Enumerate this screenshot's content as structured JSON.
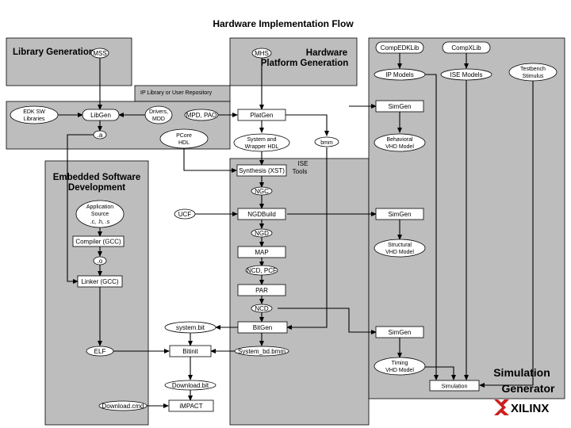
{
  "title": "Hardware Implementation Flow",
  "panels": {
    "library_generation": "Library Generation",
    "hardware_platform_generation": [
      "Hardware",
      "Platform Generation"
    ],
    "ip_repository": "IP Library or User Repository",
    "embedded_software": [
      "Embedded Software",
      "Development"
    ],
    "ise_tools": [
      "ISE",
      "Tools"
    ]
  },
  "nodes": {
    "mss": "MSS",
    "mhs": "MHS",
    "comp_edk_lib": "CompEDKLib",
    "comp_xlib": "CompXLib",
    "ip_models": "IP Models",
    "ise_models": "ISE Models",
    "testbench_stimulus": [
      "Testbench",
      "Stimulus"
    ],
    "edk_sw_libraries": [
      "EDK SW",
      "Libraries"
    ],
    "libgen": "LibGen",
    "drivers_mdd": [
      "Drivers,",
      "MDD"
    ],
    "mpd_pao": "MPD, PAO",
    "platgen": "PlatGen",
    "simgen_1": "SimGen",
    "dot_a": ".a",
    "pcore_hdl": [
      "PCore",
      "HDL"
    ],
    "system_wrapper_hdl": [
      "System and",
      "Wrapper HDL"
    ],
    "bmm": "bmm",
    "behavioral_vhd": [
      "Behavioral",
      "VHD Model"
    ],
    "synthesis": "Synthesis (XST)",
    "ngc": "NGC",
    "application_source": [
      "Application",
      "Source",
      ".c, .h, .s"
    ],
    "ucf": "UCF",
    "ngdbuild": "NGDBuild",
    "simgen_2": "SimGen",
    "ngd": "NGD",
    "compiler": "Compiler (GCC)",
    "structural_vhd": [
      "Structural",
      "VHD Model"
    ],
    "map": "MAP",
    "dot_o": ".o",
    "ncd_pcf": "NCD, PCF",
    "linker": "Linker (GCC)",
    "par": "PAR",
    "ncd": "NCD",
    "system_bit": "system.bit",
    "bitgen": "BitGen",
    "simgen_3": "SimGen",
    "elf": "ELF",
    "bitinit": "Bitinit",
    "system_bd_bmm": "System_bd.bmm",
    "timing_vhd": [
      "Timing",
      "VHD Model"
    ],
    "download_bit": "Download.bit",
    "simulation": "Simulation",
    "download_cmd": "Download.cmd",
    "impact": "iMPACT"
  },
  "simulation_generator": [
    "Simulation",
    "Generator"
  ],
  "logo": "XILINX",
  "colors": {
    "panel_fill": "#bdbdbd",
    "box_fill": "#ffffff",
    "stroke": "#000000",
    "logo_red": "#cc1f1f"
  }
}
